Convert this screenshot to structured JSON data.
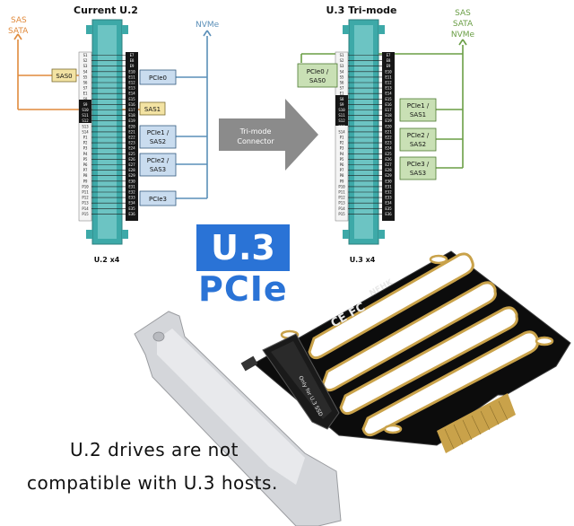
{
  "left_diagram": {
    "title": "Current U.2",
    "footer": "U.2 x4",
    "top_left_labels": [
      "SAS",
      "SATA"
    ],
    "top_right_label": "NVMe",
    "left_boxes": [
      "SAS0",
      "SAS1"
    ],
    "right_boxes": [
      "PCIe0",
      "PCIe1 /",
      "SAS2",
      "PCIe2 /",
      "SAS3",
      "PCIe3"
    ],
    "pin_labels_left": [
      "S1",
      "S2",
      "S3",
      "S4",
      "S5",
      "S6",
      "S7",
      "E1",
      "S8",
      "S9",
      "S10",
      "S11",
      "S12",
      "S13",
      "S14",
      "P1",
      "P2",
      "P3",
      "P4",
      "P5",
      "P6",
      "P7",
      "P8",
      "P9",
      "P10",
      "P11",
      "P12",
      "P13",
      "P14",
      "P15"
    ],
    "pin_labels_right": [
      "E7",
      "E8",
      "E9",
      "E10",
      "E11",
      "E12",
      "E13",
      "E14",
      "E15",
      "E16",
      "E17",
      "E18",
      "E19",
      "E20",
      "E21",
      "E22",
      "E23",
      "E24",
      "E25",
      "E26",
      "E27",
      "E28",
      "E29",
      "E30",
      "E31",
      "E32",
      "E33",
      "E34",
      "E35",
      "E36"
    ]
  },
  "arrow": {
    "line1": "Tri-mode",
    "line2": "Connector"
  },
  "right_diagram": {
    "title": "U.3 Tri-mode",
    "footer": "U.3 x4",
    "top_right_labels": [
      "SAS",
      "SATA",
      "NVMe"
    ],
    "left_box_line1": "PCIe0 /",
    "left_box_line2": "SAS0",
    "right_boxes": [
      "PCIe1 /",
      "SAS1",
      "PCIe2 /",
      "SAS2",
      "PCIe3 /",
      "SAS3"
    ]
  },
  "badge": {
    "u3": "U.3",
    "pcie": "PCIe"
  },
  "product": {
    "brand": "NFHK",
    "text_small": "Only for U.3 SSD",
    "cert": "CE FC"
  },
  "caption": {
    "line1": "U.2 drives are not",
    "line2": "compatible with U.3 hosts."
  },
  "colors": {
    "teal": "#3da9a8",
    "orange": "#e08a3c",
    "nvme_blue": "#5a8fb8",
    "box_blue": "#c9dcef",
    "box_yellow": "#f3e3a3",
    "green_line": "#6a9e45",
    "green_box": "#c9e0b5",
    "accent_blue": "#2a73d6"
  }
}
